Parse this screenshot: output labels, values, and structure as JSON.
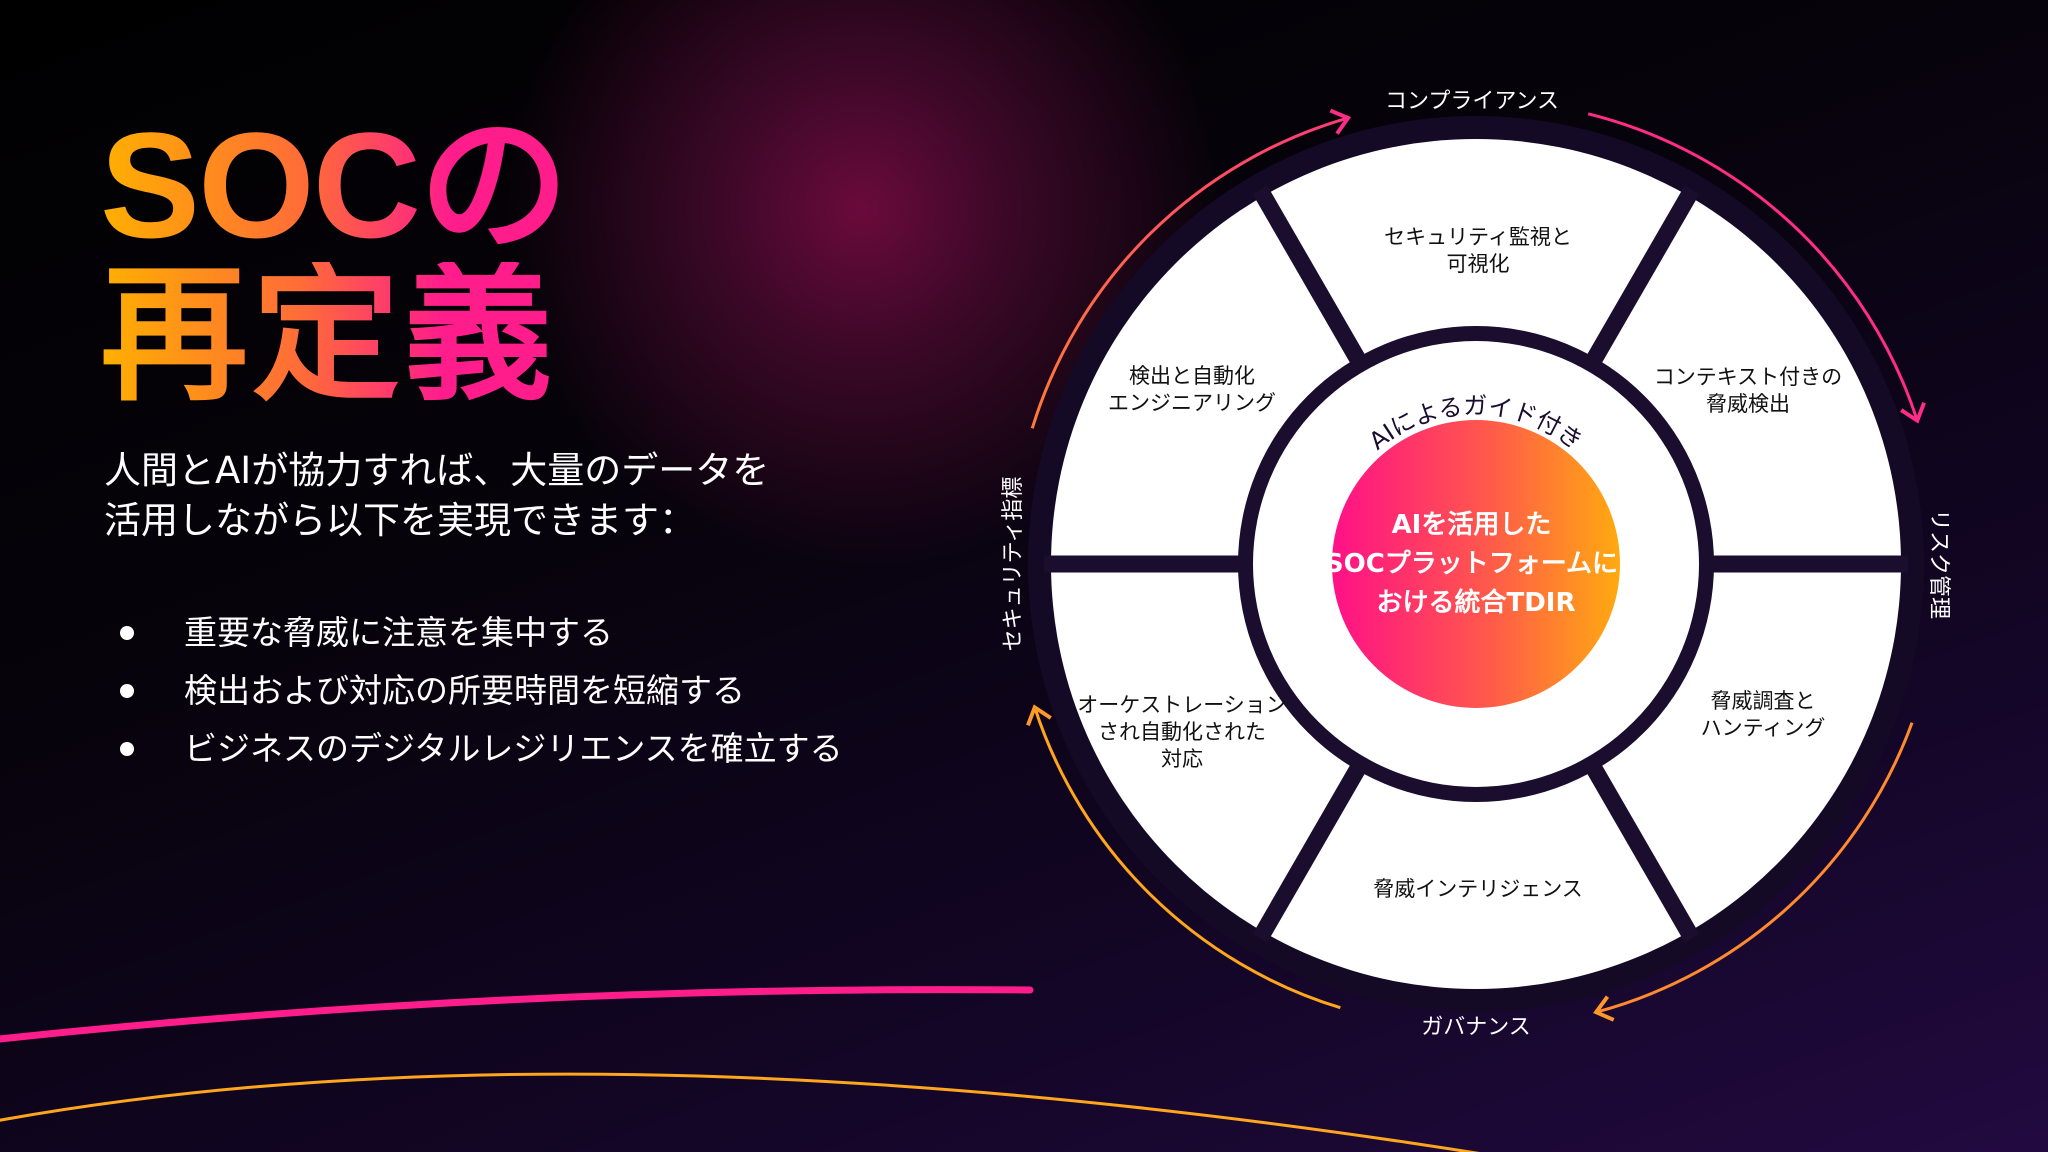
{
  "title": {
    "line1": "SOCの",
    "line2": "再定義"
  },
  "intro": {
    "line1": "人間とAIが協力すれば、大量のデータを",
    "line2": "活用しながら以下を実現できます："
  },
  "bullets": [
    "重要な脅威に注意を集中する",
    "検出および対応の所要時間を短縮する",
    "ビジネスのデジタルレジリエンスを確立する"
  ],
  "wheel": {
    "center": {
      "line1": "AIを活用した",
      "line2": "SOCプラットフォームに",
      "line3": "おける統合TDIR"
    },
    "inner_ring_label": "AIによるガイド付き",
    "segments": [
      {
        "line1": "セキュリティ監視と",
        "line2": "可視化"
      },
      {
        "line1": "コンテキスト付きの",
        "line2": "脅威検出"
      },
      {
        "line1": "脅威調査と",
        "line2": "ハンティング"
      },
      {
        "line1": "脅威インテリジェンス"
      },
      {
        "line1": "オーケストレーション",
        "line2": "され自動化された",
        "line3": "対応"
      },
      {
        "line1": "検出と自動化",
        "line2": "エンジニアリング"
      }
    ],
    "outer_labels": {
      "top": "コンプライアンス",
      "right": "リスク管理",
      "bottom": "ガバナンス",
      "left": "セキュリティ指標"
    }
  },
  "colors": {
    "orange": "#ffa51e",
    "pink": "#ff1d8c",
    "dark": "#1a0d2e",
    "background_purple": "#220a40"
  }
}
